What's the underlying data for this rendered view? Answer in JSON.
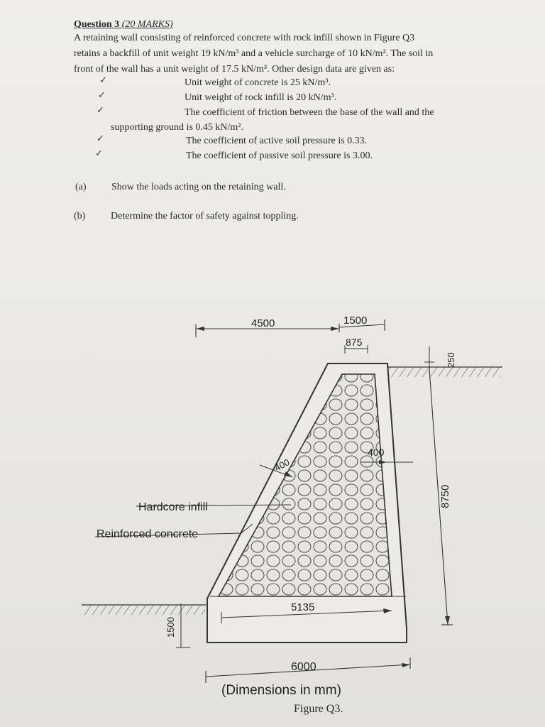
{
  "question": {
    "title": "Question 3",
    "marks": "(20 MARKS)",
    "intro_line1": "A retaining wall consisting of reinforced concrete with rock infill shown in Figure Q3",
    "intro_line2": "retains a backfill of unit weight 19 kN/m³ and a vehicle surcharge of 10 kN/m². The soil in",
    "intro_line3": "front of the wall has a unit weight of 17.5 kN/m³. Other design data are given as:"
  },
  "data_items": [
    "Unit weight of concrete is 25 kN/m³.",
    "Unit weight of rock infill is 20 kN/m³.",
    "The coefficient of friction between the base of the wall and the",
    "supporting ground is 0.45 kN/m².",
    "The coefficient of active soil pressure is 0.33.",
    "The coefficient of passive soil pressure is 3.00."
  ],
  "tick_mark": "✓",
  "parts": [
    {
      "label": "(a)",
      "text": "Show the loads acting on the retaining wall."
    },
    {
      "label": "(b)",
      "text": "Determine the factor of safety against toppling."
    }
  ],
  "figure": {
    "dim_top_left": "4500",
    "dim_top_right": "1500",
    "dim_875": "875",
    "dim_250": "250",
    "dim_400_right": "400",
    "dim_400_left": "400",
    "dim_8750": "8750",
    "dim_5135": "5135",
    "dim_1500_left": "1500",
    "dim_6000": "6000",
    "label_hardcore": "Hardcore infill",
    "label_concrete": "Reinforced concrete",
    "dimensions_note": "(Dimensions in mm)",
    "caption": "Figure Q3."
  },
  "colors": {
    "ink": "#2a2a2e",
    "paper": "#ecebe7",
    "infill": "#e7e6e2"
  }
}
